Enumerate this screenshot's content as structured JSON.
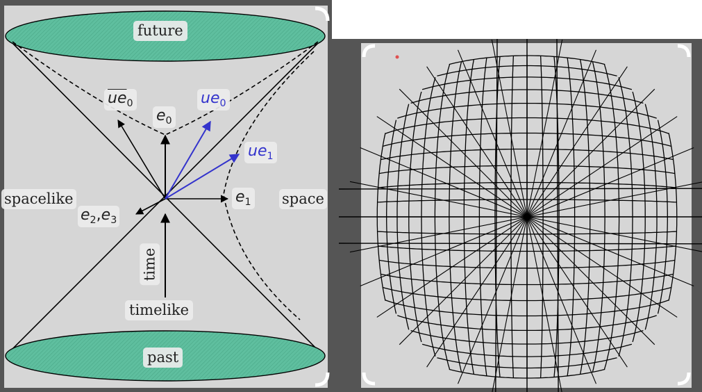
{
  "left_diagram": {
    "labels": {
      "future": "future",
      "past": "past",
      "spacelike": "spacelike",
      "space": "space",
      "time": "time",
      "timelike": "timelike"
    },
    "vectors": {
      "e0": {
        "base": "e",
        "sub": "0"
      },
      "e1": {
        "base": "e",
        "sub": "1"
      },
      "e23": {
        "base1": "e",
        "sub1": "2",
        "sep": ",",
        "base2": "e",
        "sub2": "3"
      },
      "ue0": {
        "base": "ue",
        "sub": "0"
      },
      "ue1": {
        "base": "ue",
        "sub": "1"
      },
      "ubar_e0": {
        "base": "ue",
        "sub": "0"
      }
    }
  },
  "colors": {
    "outer_frame": "#555555",
    "panel_bg": "#d6d6d6",
    "cone_fill": "#5fbf9f",
    "line": "#000000",
    "blue_vector": "#3333cc"
  }
}
